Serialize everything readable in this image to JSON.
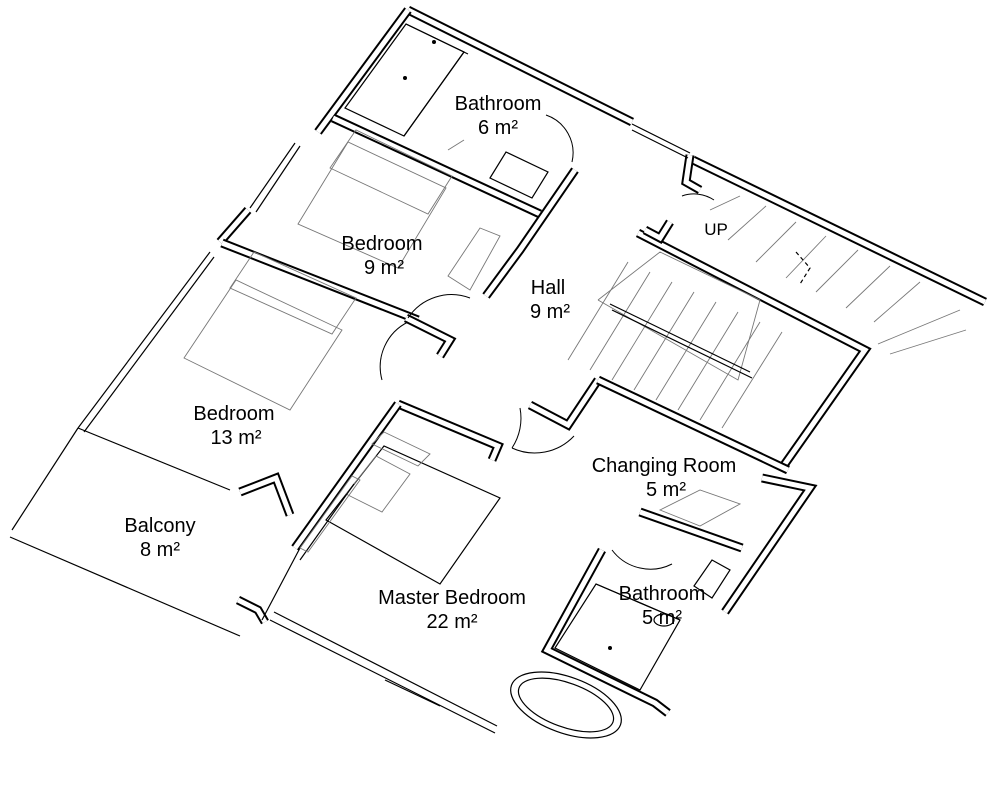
{
  "plan": {
    "rooms": [
      {
        "key": "bathroom_top",
        "name": "Bathroom",
        "area": "6 m²"
      },
      {
        "key": "bedroom_small",
        "name": "Bedroom",
        "area": "9 m²"
      },
      {
        "key": "hall",
        "name": "Hall",
        "area": "9 m²"
      },
      {
        "key": "bedroom_mid",
        "name": "Bedroom",
        "area": "13 m²"
      },
      {
        "key": "changing_room",
        "name": "Changing Room",
        "area": "5 m²"
      },
      {
        "key": "balcony",
        "name": "Balcony",
        "area": "8 m²"
      },
      {
        "key": "master_bedroom",
        "name": "Master Bedroom",
        "area": "22 m²"
      },
      {
        "key": "bathroom_bottom",
        "name": "Bathroom",
        "area": "5 m²"
      }
    ],
    "stair_label": "UP"
  }
}
